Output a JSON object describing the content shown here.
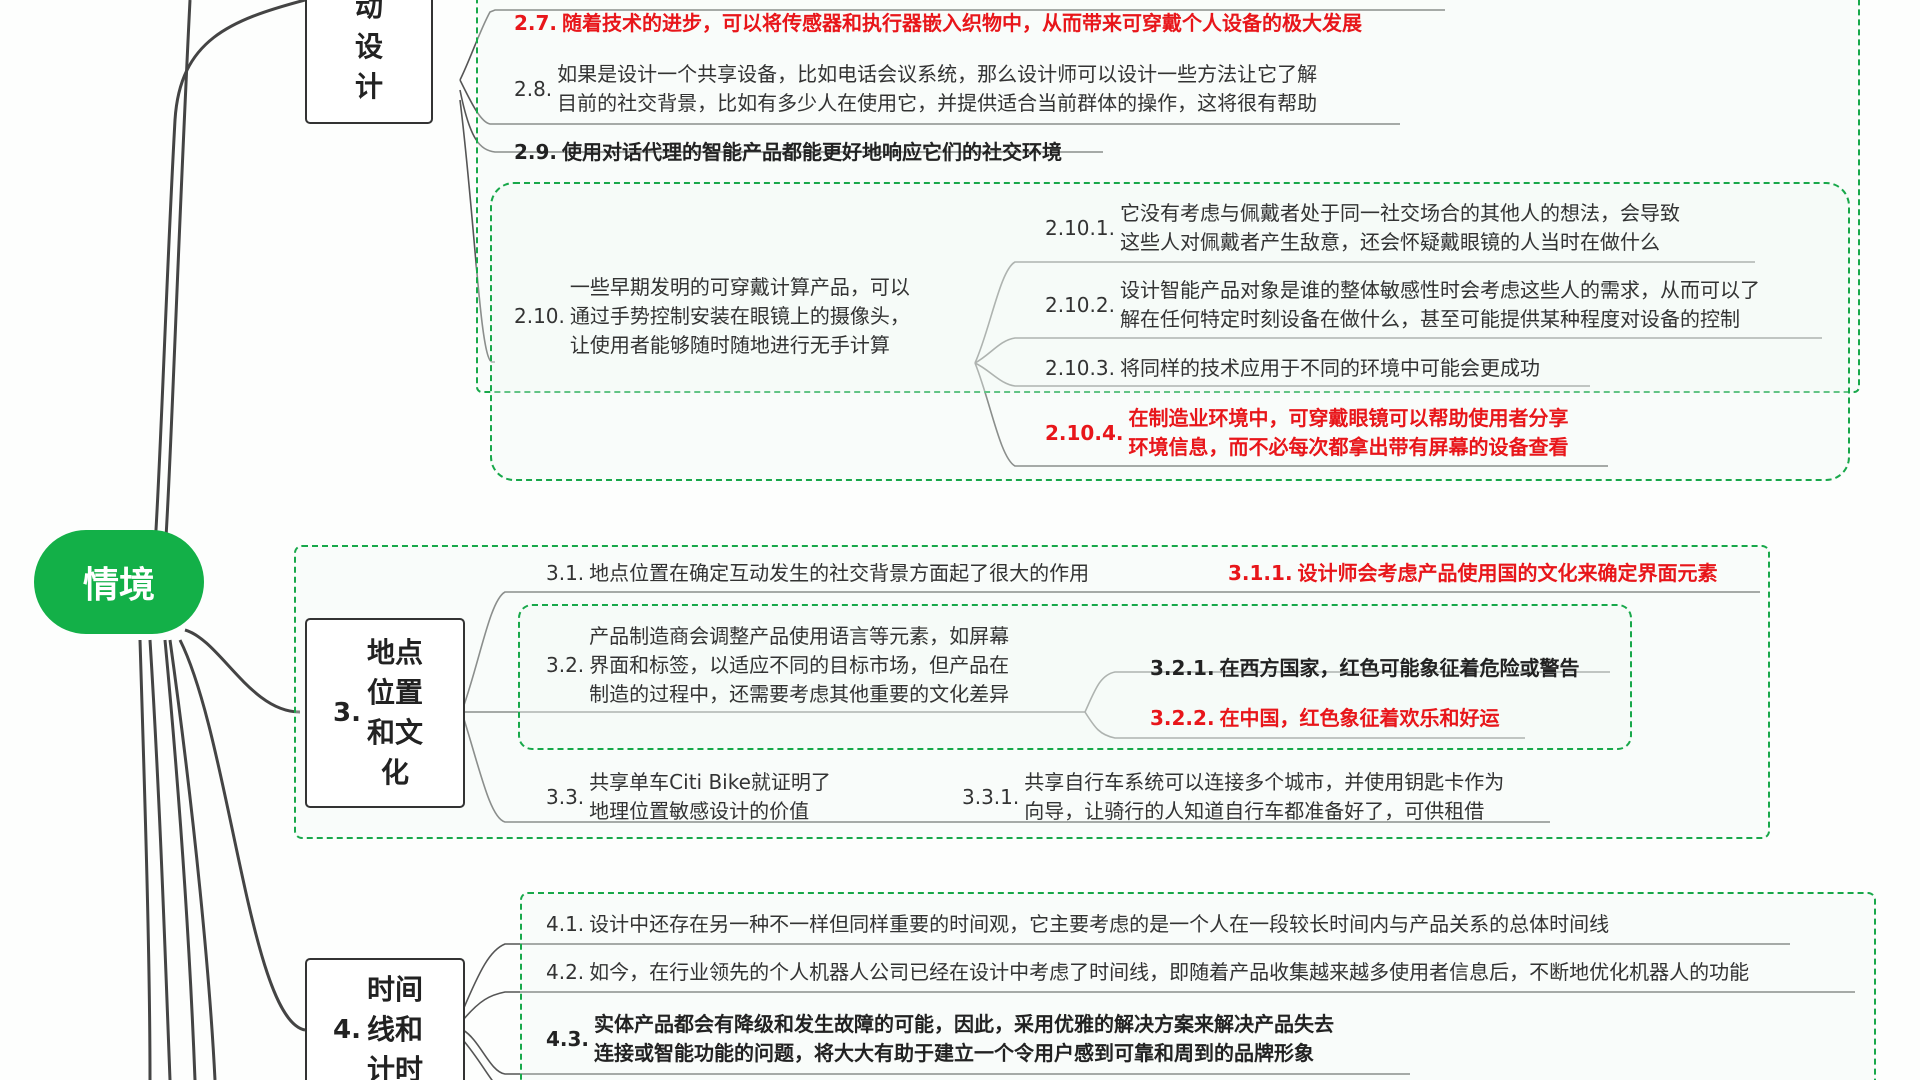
{
  "root": {
    "label": "情境"
  },
  "categories": [
    {
      "id": "cat2",
      "number": "",
      "lines": [
        "动",
        "设",
        "计"
      ]
    },
    {
      "id": "cat3",
      "number": "3.",
      "lines": [
        "地点",
        "位置",
        "和文",
        "化"
      ]
    },
    {
      "id": "cat4",
      "number": "4.",
      "lines": [
        "时间",
        "线和",
        "计时"
      ]
    }
  ],
  "topics": [
    {
      "id": "t27",
      "number": "2.7.",
      "lines": [
        "随着技术的进步，可以将传感器和执行器嵌入织物中，从而带来可穿戴个人设备的极大发展"
      ],
      "style": "red"
    },
    {
      "id": "t28",
      "number": "2.8.",
      "lines": [
        "如果是设计一个共享设备，比如电话会议系统，那么设计师可以设计一些方法让它了解",
        "目前的社交背景，比如有多少人在使用它，并提供适合当前群体的操作，这将很有帮助"
      ],
      "style": "normal"
    },
    {
      "id": "t29",
      "number": "2.9.",
      "lines": [
        "使用对话代理的智能产品都能更好地响应它们的社交环境"
      ],
      "style": "bold"
    },
    {
      "id": "t210",
      "number": "2.10.",
      "lines": [
        "一些早期发明的可穿戴计算产品，可以",
        "通过手势控制安装在眼镜上的摄像头，",
        "让使用者能够随时随地进行无手计算"
      ],
      "style": "normal"
    },
    {
      "id": "t2101",
      "number": "2.10.1.",
      "lines": [
        "它没有考虑与佩戴者处于同一社交场合的其他人的想法，会导致",
        "这些人对佩戴者产生敌意，还会怀疑戴眼镜的人当时在做什么"
      ],
      "style": "normal"
    },
    {
      "id": "t2102",
      "number": "2.10.2.",
      "lines": [
        "设计智能产品对象是谁的整体敏感性时会考虑这些人的需求，从而可以了",
        "解在任何特定时刻设备在做什么，甚至可能提供某种程度对设备的控制"
      ],
      "style": "normal"
    },
    {
      "id": "t2103",
      "number": "2.10.3.",
      "lines": [
        "将同样的技术应用于不同的环境中可能会更成功"
      ],
      "style": "normal"
    },
    {
      "id": "t2104",
      "number": "2.10.4.",
      "lines": [
        "在制造业环境中，可穿戴眼镜可以帮助使用者分享",
        "环境信息，而不必每次都拿出带有屏幕的设备查看"
      ],
      "style": "red"
    },
    {
      "id": "t31",
      "number": "3.1.",
      "lines": [
        "地点位置在确定互动发生的社交背景方面起了很大的作用"
      ],
      "style": "normal"
    },
    {
      "id": "t311",
      "number": "3.1.1.",
      "lines": [
        "设计师会考虑产品使用国的文化来确定界面元素"
      ],
      "style": "red"
    },
    {
      "id": "t32",
      "number": "3.2.",
      "lines": [
        "产品制造商会调整产品使用语言等元素，如屏幕",
        "界面和标签，以适应不同的目标市场，但产品在",
        "制造的过程中，还需要考虑其他重要的文化差异"
      ],
      "style": "normal"
    },
    {
      "id": "t321",
      "number": "3.2.1.",
      "lines": [
        "在西方国家，红色可能象征着危险或警告"
      ],
      "style": "bold"
    },
    {
      "id": "t322",
      "number": "3.2.2.",
      "lines": [
        "在中国，红色象征着欢乐和好运"
      ],
      "style": "red"
    },
    {
      "id": "t33",
      "number": "3.3.",
      "lines": [
        "共享单车Citi Bike就证明了",
        "地理位置敏感设计的价值"
      ],
      "style": "normal"
    },
    {
      "id": "t331",
      "number": "3.3.1.",
      "lines": [
        "共享自行车系统可以连接多个城市，并使用钥匙卡作为",
        "向导，让骑行的人知道自行车都准备好了，可供租借"
      ],
      "style": "normal"
    },
    {
      "id": "t41",
      "number": "4.1.",
      "lines": [
        "设计中还存在另一种不一样但同样重要的时间观，它主要考虑的是一个人在一段较长时间内与产品关系的总体时间线"
      ],
      "style": "normal"
    },
    {
      "id": "t42",
      "number": "4.2.",
      "lines": [
        "如今，在行业领先的个人机器人公司已经在设计中考虑了时间线，即随着产品收集越来越多使用者信息后，不断地优化机器人的功能"
      ],
      "style": "normal"
    },
    {
      "id": "t43",
      "number": "4.3.",
      "lines": [
        "实体产品都会有降级和发生故障的可能，因此，采用优雅的解决方案来解决产品失去",
        "连接或智能功能的问题，将大大有助于建立一个令用户感到可靠和周到的品牌形象"
      ],
      "style": "bold"
    }
  ],
  "colors": {
    "accent_green": "#13b048",
    "dashed_border": "#18a84a",
    "highlight_red": "#e8161a",
    "text": "#333333"
  }
}
